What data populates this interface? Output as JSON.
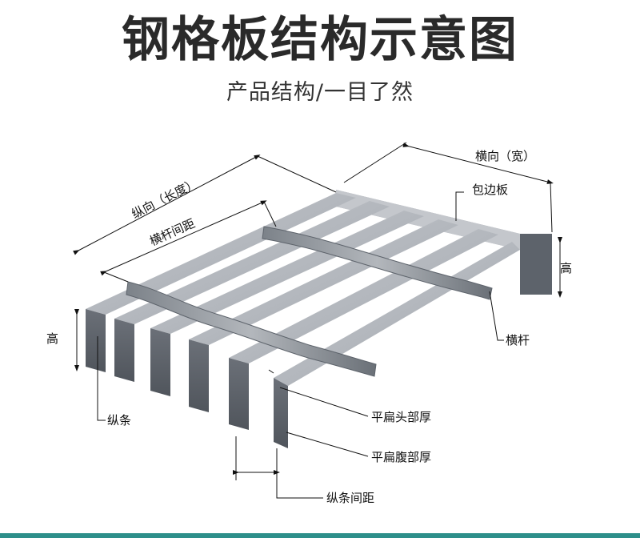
{
  "title": "钢格板结构示意图",
  "subtitle": "产品结构/一目了然",
  "labels": {
    "transverse_width": "横向（宽）",
    "longitudinal_length": "纵向（长度）",
    "crossbar_spacing": "横杆间距",
    "edge_band": "包边板",
    "height_right": "高",
    "height_left": "高",
    "crossbar": "横杆",
    "bearing_bar": "纵条",
    "bar_head_thickness": "平扁头部厚",
    "bar_web_thickness": "平扁腹部厚",
    "bearing_bar_spacing": "纵条间距"
  },
  "colors": {
    "bar_top": "#b6bac0",
    "bar_front": "#5a5f66",
    "edge_band": "#9aa0a7",
    "crossbar": "#8f959c",
    "bottom_strip": "#2d8f8a"
  }
}
